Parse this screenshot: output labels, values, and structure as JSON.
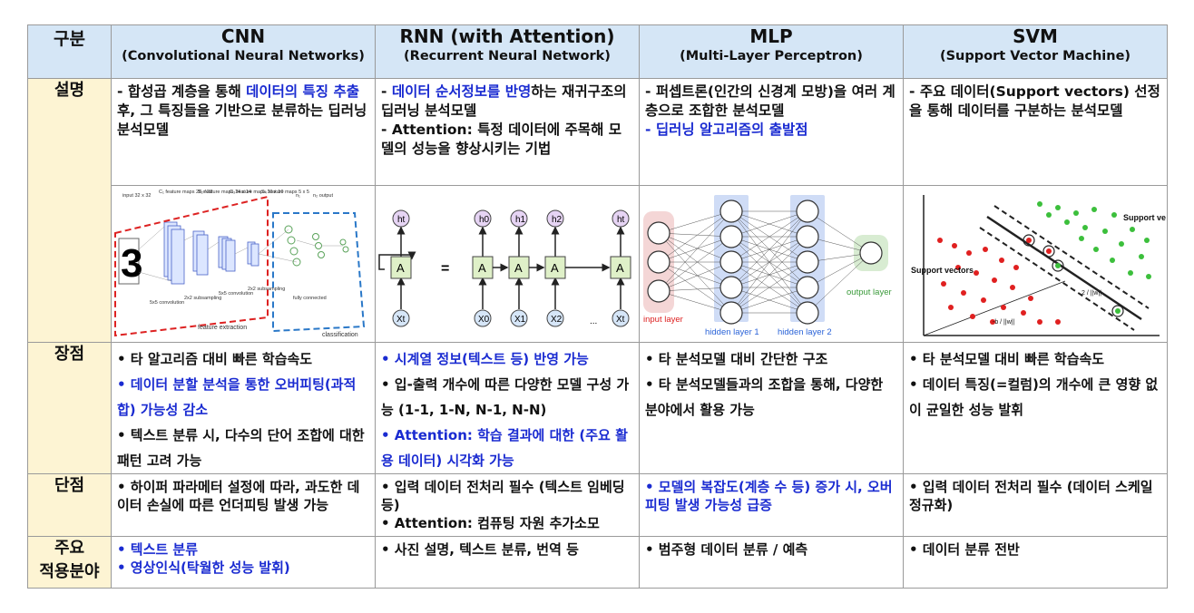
{
  "header": {
    "corner": "구분",
    "columns": [
      {
        "name": "CNN",
        "full": "(Convolutional Neural Networks)"
      },
      {
        "name": "RNN (with Attention)",
        "full": "(Recurrent Neural Network)"
      },
      {
        "name": "MLP",
        "full": "(Multi-Layer Perceptron)"
      },
      {
        "name": "SVM",
        "full": "(Support Vector Machine)"
      }
    ]
  },
  "rows": {
    "desc": "설명",
    "pros": "장점",
    "cons": "단점",
    "apps_1": "주요",
    "apps_2": "적용분야"
  },
  "description": {
    "cnn": {
      "a": "- 합성곱 계층을 통해 ",
      "b": "데이터의 특징 추출",
      "c": " 후, 그 특징들을 기반으로 분류하는 딥러닝 분석모델"
    },
    "rnn": {
      "a": "- ",
      "b": "데이터 순서정보를 반영",
      "c": "하는 재귀구조의 딥러닝 분석모델",
      "d": "- Attention: 특정 데이터에 주목해 모델의 성능을 향상시키는 기법"
    },
    "mlp": {
      "a": "- 퍼셉트론(인간의 신경계 모방)을 여러 계층으로 조합한 분석모델",
      "b": "- 딥러닝 알고리즘의 출발점"
    },
    "svm": {
      "a": "- 주요 데이터(Support vectors) 선정을 통해 데이터를 구분하는 분석모델"
    }
  },
  "figures": {
    "cnn": {
      "digit": "3",
      "top": [
        "input 32 x 32",
        "C₁ feature maps 28 x 28",
        "S₂ feature maps 14 x 14",
        "C₃ feature maps 10 x 10",
        "S₄ feature maps 5 x 5",
        "n₁",
        "n₂ output"
      ],
      "bottom": [
        "5x5 convolution",
        "2x2 subsampling",
        "5x5 convolution",
        "2x2 subsampling",
        "fully connected"
      ],
      "feature_extraction": "feature extraction",
      "classification": "classification"
    },
    "rnn": {
      "h": "h",
      "a": "A",
      "x": "X",
      "equals": "=",
      "dots": "..."
    },
    "mlp": {
      "input": "input layer",
      "hidden1": "hidden layer 1",
      "hidden2": "hidden layer 2",
      "output": "output layer"
    },
    "svm": {
      "support_right": "Support vectors",
      "support_left": "Support vectors",
      "b_frac": "-b / ||w||",
      "w_frac": "2 / ||w||"
    }
  },
  "pros": {
    "cnn": [
      "• 타 알고리즘 대비 빠른 학습속도",
      "• 데이터 분할 분석을 통한 오버피팅(과적합) 가능성 감소",
      "• 텍스트 분류 시, 다수의 단어 조합에 대한 패턴 고려 가능"
    ],
    "rnn": [
      "• 시계열 정보(텍스트 등) 반영 가능",
      "• 입-출력 개수에 따른 다양한 모델 구성 가능 (1-1, 1-N, N-1, N-N)",
      "• Attention: 학습 결과에 대한 (주요 활용 데이터) 시각화 가능"
    ],
    "mlp": [
      "• 타 분석모델 대비 간단한 구조",
      "• 타 분석모델들과의 조합을 통해, 다양한 분야에서 활용 가능"
    ],
    "svm": [
      "• 타 분석모델 대비 빠른 학습속도",
      "• 데이터 특징(=컬럼)의 개수에 큰 영향 없이 균일한 성능 발휘"
    ]
  },
  "cons": {
    "cnn": [
      "• 하이퍼 파라메터 설정에 따라, 과도한 데이터 손실에 따른 언더피팅 발생 가능"
    ],
    "rnn": [
      "• 입력 데이터 전처리 필수 (텍스트 임베딩 등)",
      "• Attention: 컴퓨팅 자원 추가소모"
    ],
    "mlp": [
      "• 모델의 복잡도(계층 수 등) 증가 시, 오버피팅 발생 가능성 급증"
    ],
    "svm": [
      "• 입력 데이터 전처리 필수 (데이터 스케일 정규화)"
    ]
  },
  "apps": {
    "cnn": [
      "• 텍스트 분류",
      "• 영상인식(탁월한 성능 발휘)"
    ],
    "rnn": [
      "• 사진 설명, 텍스트 분류, 번역 등"
    ],
    "mlp": [
      "• 범주형 데이터 분류 / 예측"
    ],
    "svm": [
      "• 데이터 분류 전반"
    ]
  },
  "colors": {
    "header_bg": "#d5e6f6",
    "rowhead_bg": "#fdf4d3",
    "accent_blue": "#1a2bd1"
  }
}
